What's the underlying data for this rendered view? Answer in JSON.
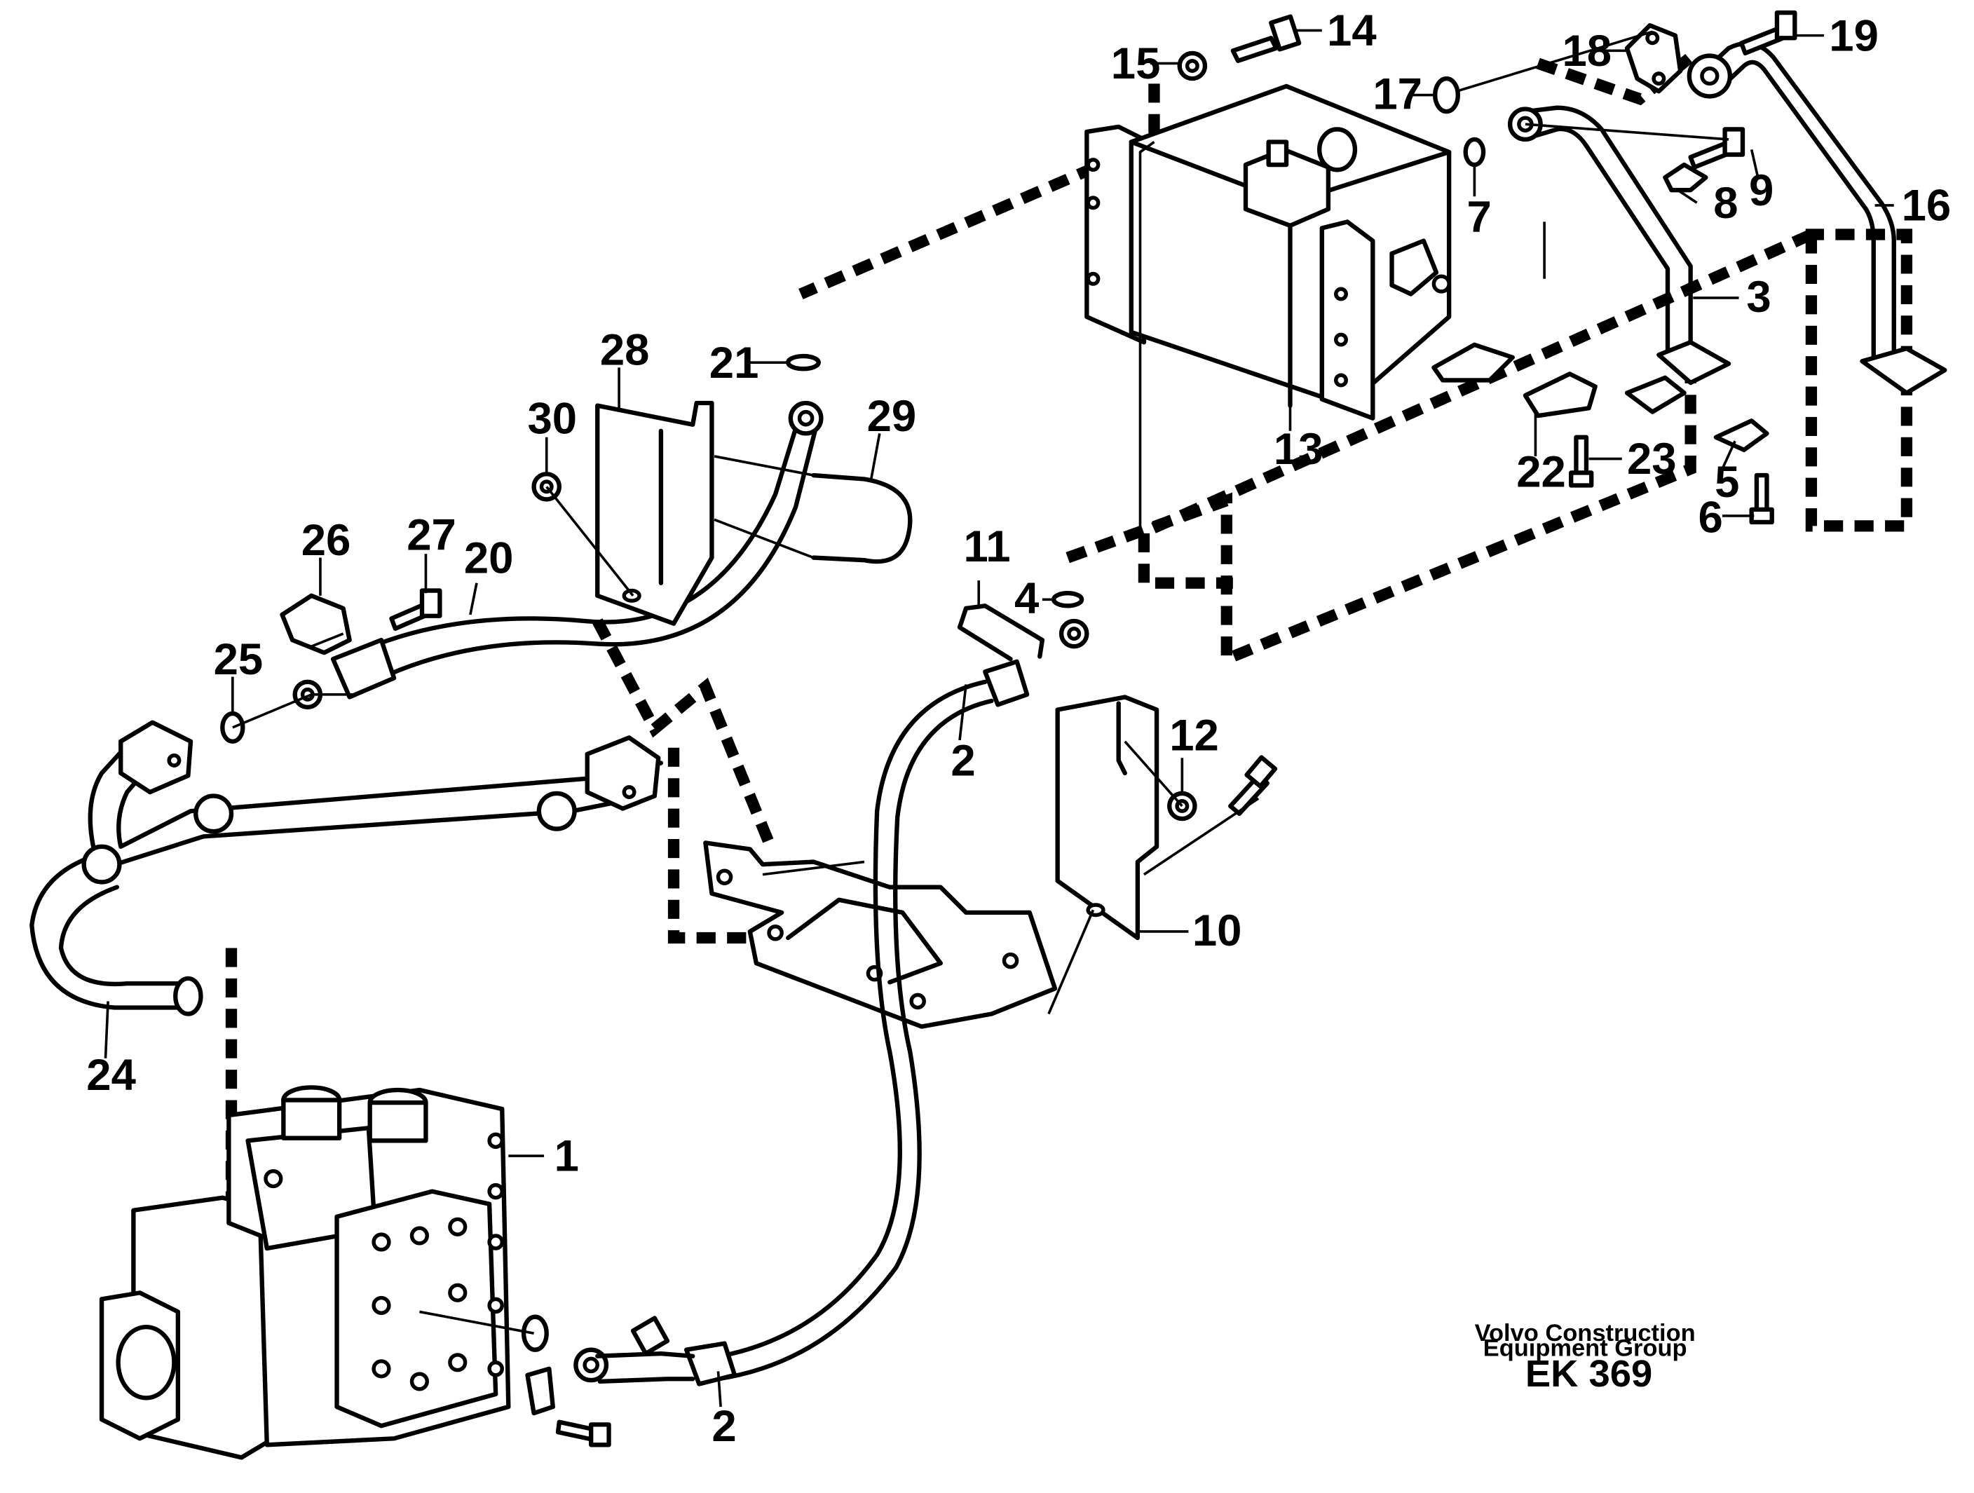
{
  "callouts": [
    {
      "id": "1",
      "text": "1"
    },
    {
      "id": "2a",
      "text": "2"
    },
    {
      "id": "2b",
      "text": "2"
    },
    {
      "id": "3",
      "text": "3"
    },
    {
      "id": "4",
      "text": "4"
    },
    {
      "id": "5",
      "text": "5"
    },
    {
      "id": "6",
      "text": "6"
    },
    {
      "id": "7",
      "text": "7"
    },
    {
      "id": "8",
      "text": "8"
    },
    {
      "id": "9",
      "text": "9"
    },
    {
      "id": "10",
      "text": "10"
    },
    {
      "id": "11",
      "text": "11"
    },
    {
      "id": "12",
      "text": "12"
    },
    {
      "id": "13",
      "text": "13"
    },
    {
      "id": "14",
      "text": "14"
    },
    {
      "id": "15",
      "text": "15"
    },
    {
      "id": "16",
      "text": "16"
    },
    {
      "id": "17",
      "text": "17"
    },
    {
      "id": "18",
      "text": "18"
    },
    {
      "id": "19",
      "text": "19"
    },
    {
      "id": "20",
      "text": "20"
    },
    {
      "id": "21",
      "text": "21"
    },
    {
      "id": "22",
      "text": "22"
    },
    {
      "id": "23",
      "text": "23"
    },
    {
      "id": "24",
      "text": "24"
    },
    {
      "id": "25",
      "text": "25"
    },
    {
      "id": "26",
      "text": "26"
    },
    {
      "id": "27",
      "text": "27"
    },
    {
      "id": "28",
      "text": "28"
    },
    {
      "id": "29",
      "text": "29"
    },
    {
      "id": "30",
      "text": "30"
    }
  ],
  "caption": {
    "line1": "Volvo Construction",
    "line2": "Equipment Group",
    "code": "EK 369"
  }
}
